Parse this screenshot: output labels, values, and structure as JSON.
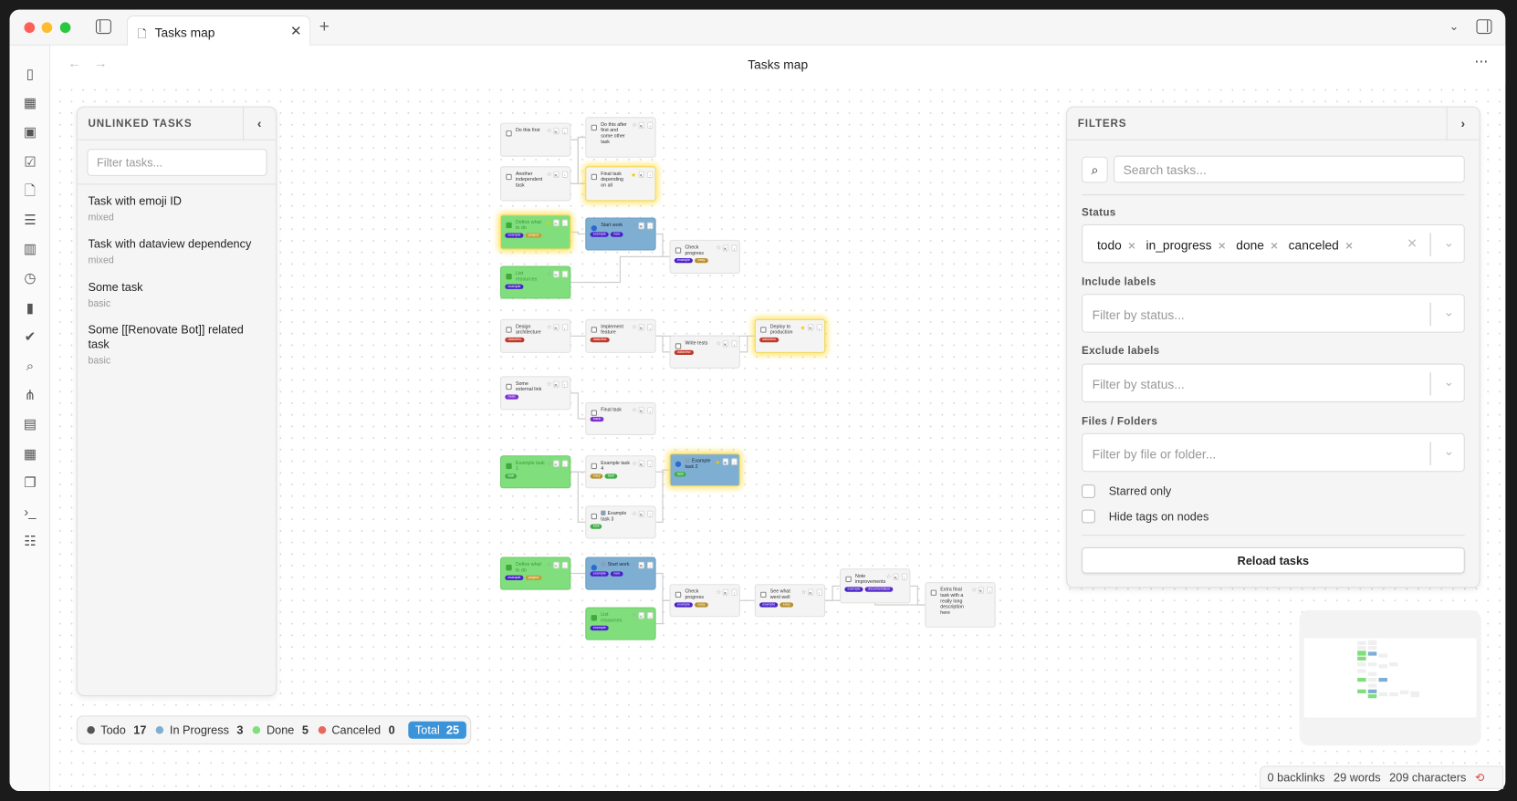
{
  "window": {
    "tab_title": "Tasks map",
    "view_title": "Tasks map"
  },
  "ribbon": [
    "map-icon",
    "calendar-icon",
    "calendar-day-icon",
    "checkbox-icon",
    "file-icon",
    "list-icon",
    "columns-icon",
    "timer-icon",
    "bar-chart-icon",
    "double-check-icon",
    "file-search-icon",
    "graph-icon",
    "dashboard-icon",
    "calendar-alt-icon",
    "copy-icon",
    "terminal-icon",
    "checklist-icon"
  ],
  "unlinked": {
    "title": "UNLINKED TASKS",
    "filter_placeholder": "Filter tasks...",
    "items": [
      {
        "title": "Task with emoji ID",
        "type": "mixed"
      },
      {
        "title": "Task with dataview dependency",
        "type": "mixed"
      },
      {
        "title": "Some task",
        "type": "basic"
      },
      {
        "title": "Some [[Renovate Bot]] related task",
        "type": "basic"
      }
    ]
  },
  "filters": {
    "title": "FILTERS",
    "search_placeholder": "Search tasks...",
    "status_label": "Status",
    "status_values": [
      "todo",
      "in_progress",
      "done",
      "canceled"
    ],
    "include_label": "Include labels",
    "include_placeholder": "Filter by status...",
    "exclude_label": "Exclude labels",
    "exclude_placeholder": "Filter by status...",
    "files_label": "Files / Folders",
    "files_placeholder": "Filter by file or folder...",
    "starred_only": "Starred only",
    "hide_tags": "Hide tags on nodes",
    "reload": "Reload tasks"
  },
  "legend": {
    "todo": {
      "label": "Todo",
      "count": "17",
      "color": "#555555"
    },
    "in_progress": {
      "label": "In Progress",
      "count": "3",
      "color": "#7eafd3"
    },
    "done": {
      "label": "Done",
      "count": "5",
      "color": "#80de7c"
    },
    "canceled": {
      "label": "Canceled",
      "count": "0",
      "color": "#e8685e"
    },
    "total": {
      "label": "Total",
      "count": "25"
    }
  },
  "tag_colors": {
    "example": "#4a22c9",
    "project": "#c2a13a",
    "new": "#4a22c9",
    "easy": "#b8922f",
    "dataview": "#c0392b",
    "basic": "#7b2fd0",
    "task": "#3fae45",
    "documentation": "#5a2bd0"
  },
  "nodes": [
    {
      "text": "Do this first",
      "status": "todo",
      "tags": []
    },
    {
      "text": "Do this after first and some other task",
      "status": "todo",
      "tags": []
    },
    {
      "text": "Another independent task",
      "status": "todo",
      "tags": []
    },
    {
      "text": "Final task depending on all",
      "status": "todo",
      "starred": true,
      "tags": []
    },
    {
      "text": "Define what to do",
      "status": "done",
      "starred": true,
      "tags": [
        "example",
        "project"
      ]
    },
    {
      "text": "Start work",
      "status": "in_progress",
      "tags": [
        "example",
        "new"
      ]
    },
    {
      "text": "Check progress",
      "status": "todo",
      "tags": [
        "example",
        "easy"
      ]
    },
    {
      "text": "List resources",
      "status": "done",
      "tags": [
        "example"
      ]
    },
    {
      "text": "Design architecture",
      "status": "todo",
      "tags": [
        "dataview"
      ]
    },
    {
      "text": "Implement feature",
      "status": "todo",
      "tags": [
        "dataview"
      ]
    },
    {
      "text": "Write tests",
      "status": "todo",
      "tags": [
        "dataview"
      ]
    },
    {
      "text": "Deploy to production",
      "status": "todo",
      "starred": true,
      "tags": [
        "dataview"
      ]
    },
    {
      "text": "Some external link",
      "status": "todo",
      "tags": [
        "basic"
      ]
    },
    {
      "text": "Final task",
      "status": "todo",
      "tags": [
        "basic"
      ]
    },
    {
      "text": "Example task 1",
      "status": "done",
      "tags": [
        "task"
      ]
    },
    {
      "text": "Example task 4",
      "status": "todo",
      "tags": [
        "easy",
        "task"
      ]
    },
    {
      "text": "Example task 2",
      "status": "in_progress",
      "starred": true,
      "priority": true,
      "tags": [
        "task"
      ]
    },
    {
      "text": "Example task 3",
      "status": "todo",
      "priority": true,
      "tags": [
        "task"
      ]
    },
    {
      "text": "Define what to do",
      "status": "done",
      "tags": [
        "example",
        "project"
      ]
    },
    {
      "text": "Start work",
      "status": "in_progress",
      "priority": true,
      "tags": [
        "example",
        "new"
      ]
    },
    {
      "text": "Check progress",
      "status": "todo",
      "tags": [
        "example",
        "easy"
      ]
    },
    {
      "text": "List resources",
      "status": "done",
      "tags": [
        "example"
      ]
    },
    {
      "text": "See what went well",
      "status": "todo",
      "tags": [
        "example",
        "easy"
      ]
    },
    {
      "text": "Note improvements",
      "status": "todo",
      "tags": [
        "example",
        "documentation"
      ]
    },
    {
      "text": "Extra final task with a really long description here",
      "status": "todo",
      "tags": []
    }
  ],
  "dependencies": [
    [
      0,
      1
    ],
    [
      2,
      1
    ],
    [
      0,
      3
    ],
    [
      2,
      3
    ],
    [
      4,
      5
    ],
    [
      5,
      6
    ],
    [
      7,
      6
    ],
    [
      8,
      9
    ],
    [
      9,
      10
    ],
    [
      9,
      11
    ],
    [
      10,
      11
    ],
    [
      12,
      13
    ],
    [
      14,
      15
    ],
    [
      14,
      17
    ],
    [
      15,
      16
    ],
    [
      17,
      16
    ],
    [
      18,
      19
    ],
    [
      19,
      20
    ],
    [
      21,
      20
    ],
    [
      20,
      22
    ],
    [
      22,
      23
    ],
    [
      22,
      24
    ],
    [
      23,
      24
    ]
  ],
  "status_bar": {
    "backlinks": "0 backlinks",
    "words": "29 words",
    "characters": "209 characters"
  }
}
